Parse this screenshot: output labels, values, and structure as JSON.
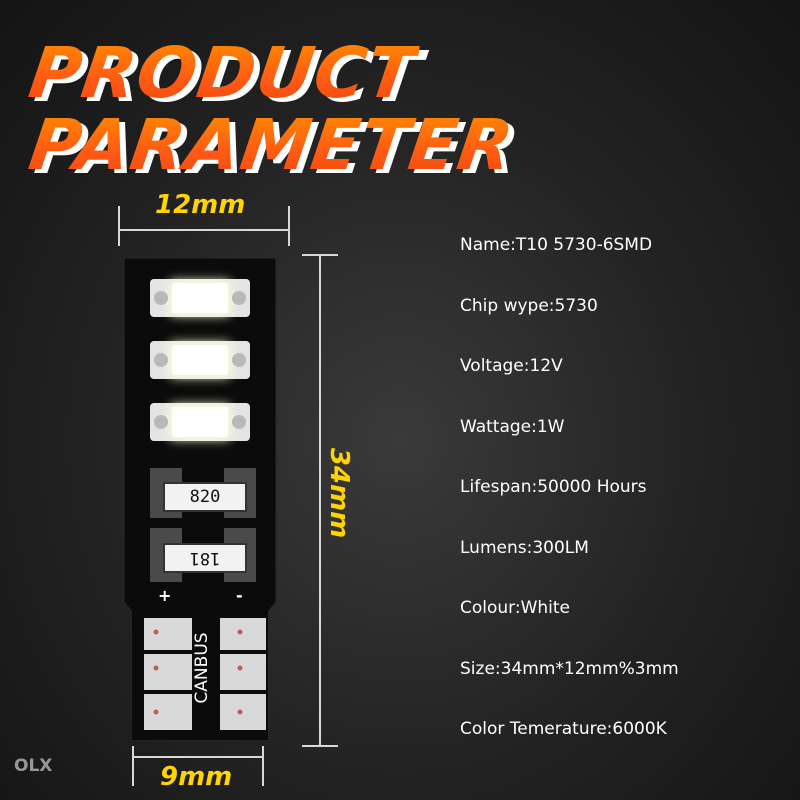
{
  "title": {
    "line1": "PRODUCT",
    "line2": "PARAMETER"
  },
  "dimensions": {
    "width_top": "12mm",
    "height": "34mm",
    "width_bottom": "9mm"
  },
  "board": {
    "resistor1": "820",
    "resistor2": "181",
    "plus": "+",
    "minus": "-",
    "brand": "CANBUS"
  },
  "params": [
    "Name:T10 5730-6SMD",
    "Chip wype:5730",
    "Voltage:12V",
    "Wattage:1W",
    "Lifespan:50000 Hours",
    "Lumens:300LM",
    "Colour:White",
    "Size:34mm*12mm%3mm",
    "Color Temerature:6000K"
  ],
  "watermark": "OLX",
  "colors": {
    "title": "#ff6a1a",
    "dimension": "#ffd400",
    "text": "#ffffff"
  }
}
